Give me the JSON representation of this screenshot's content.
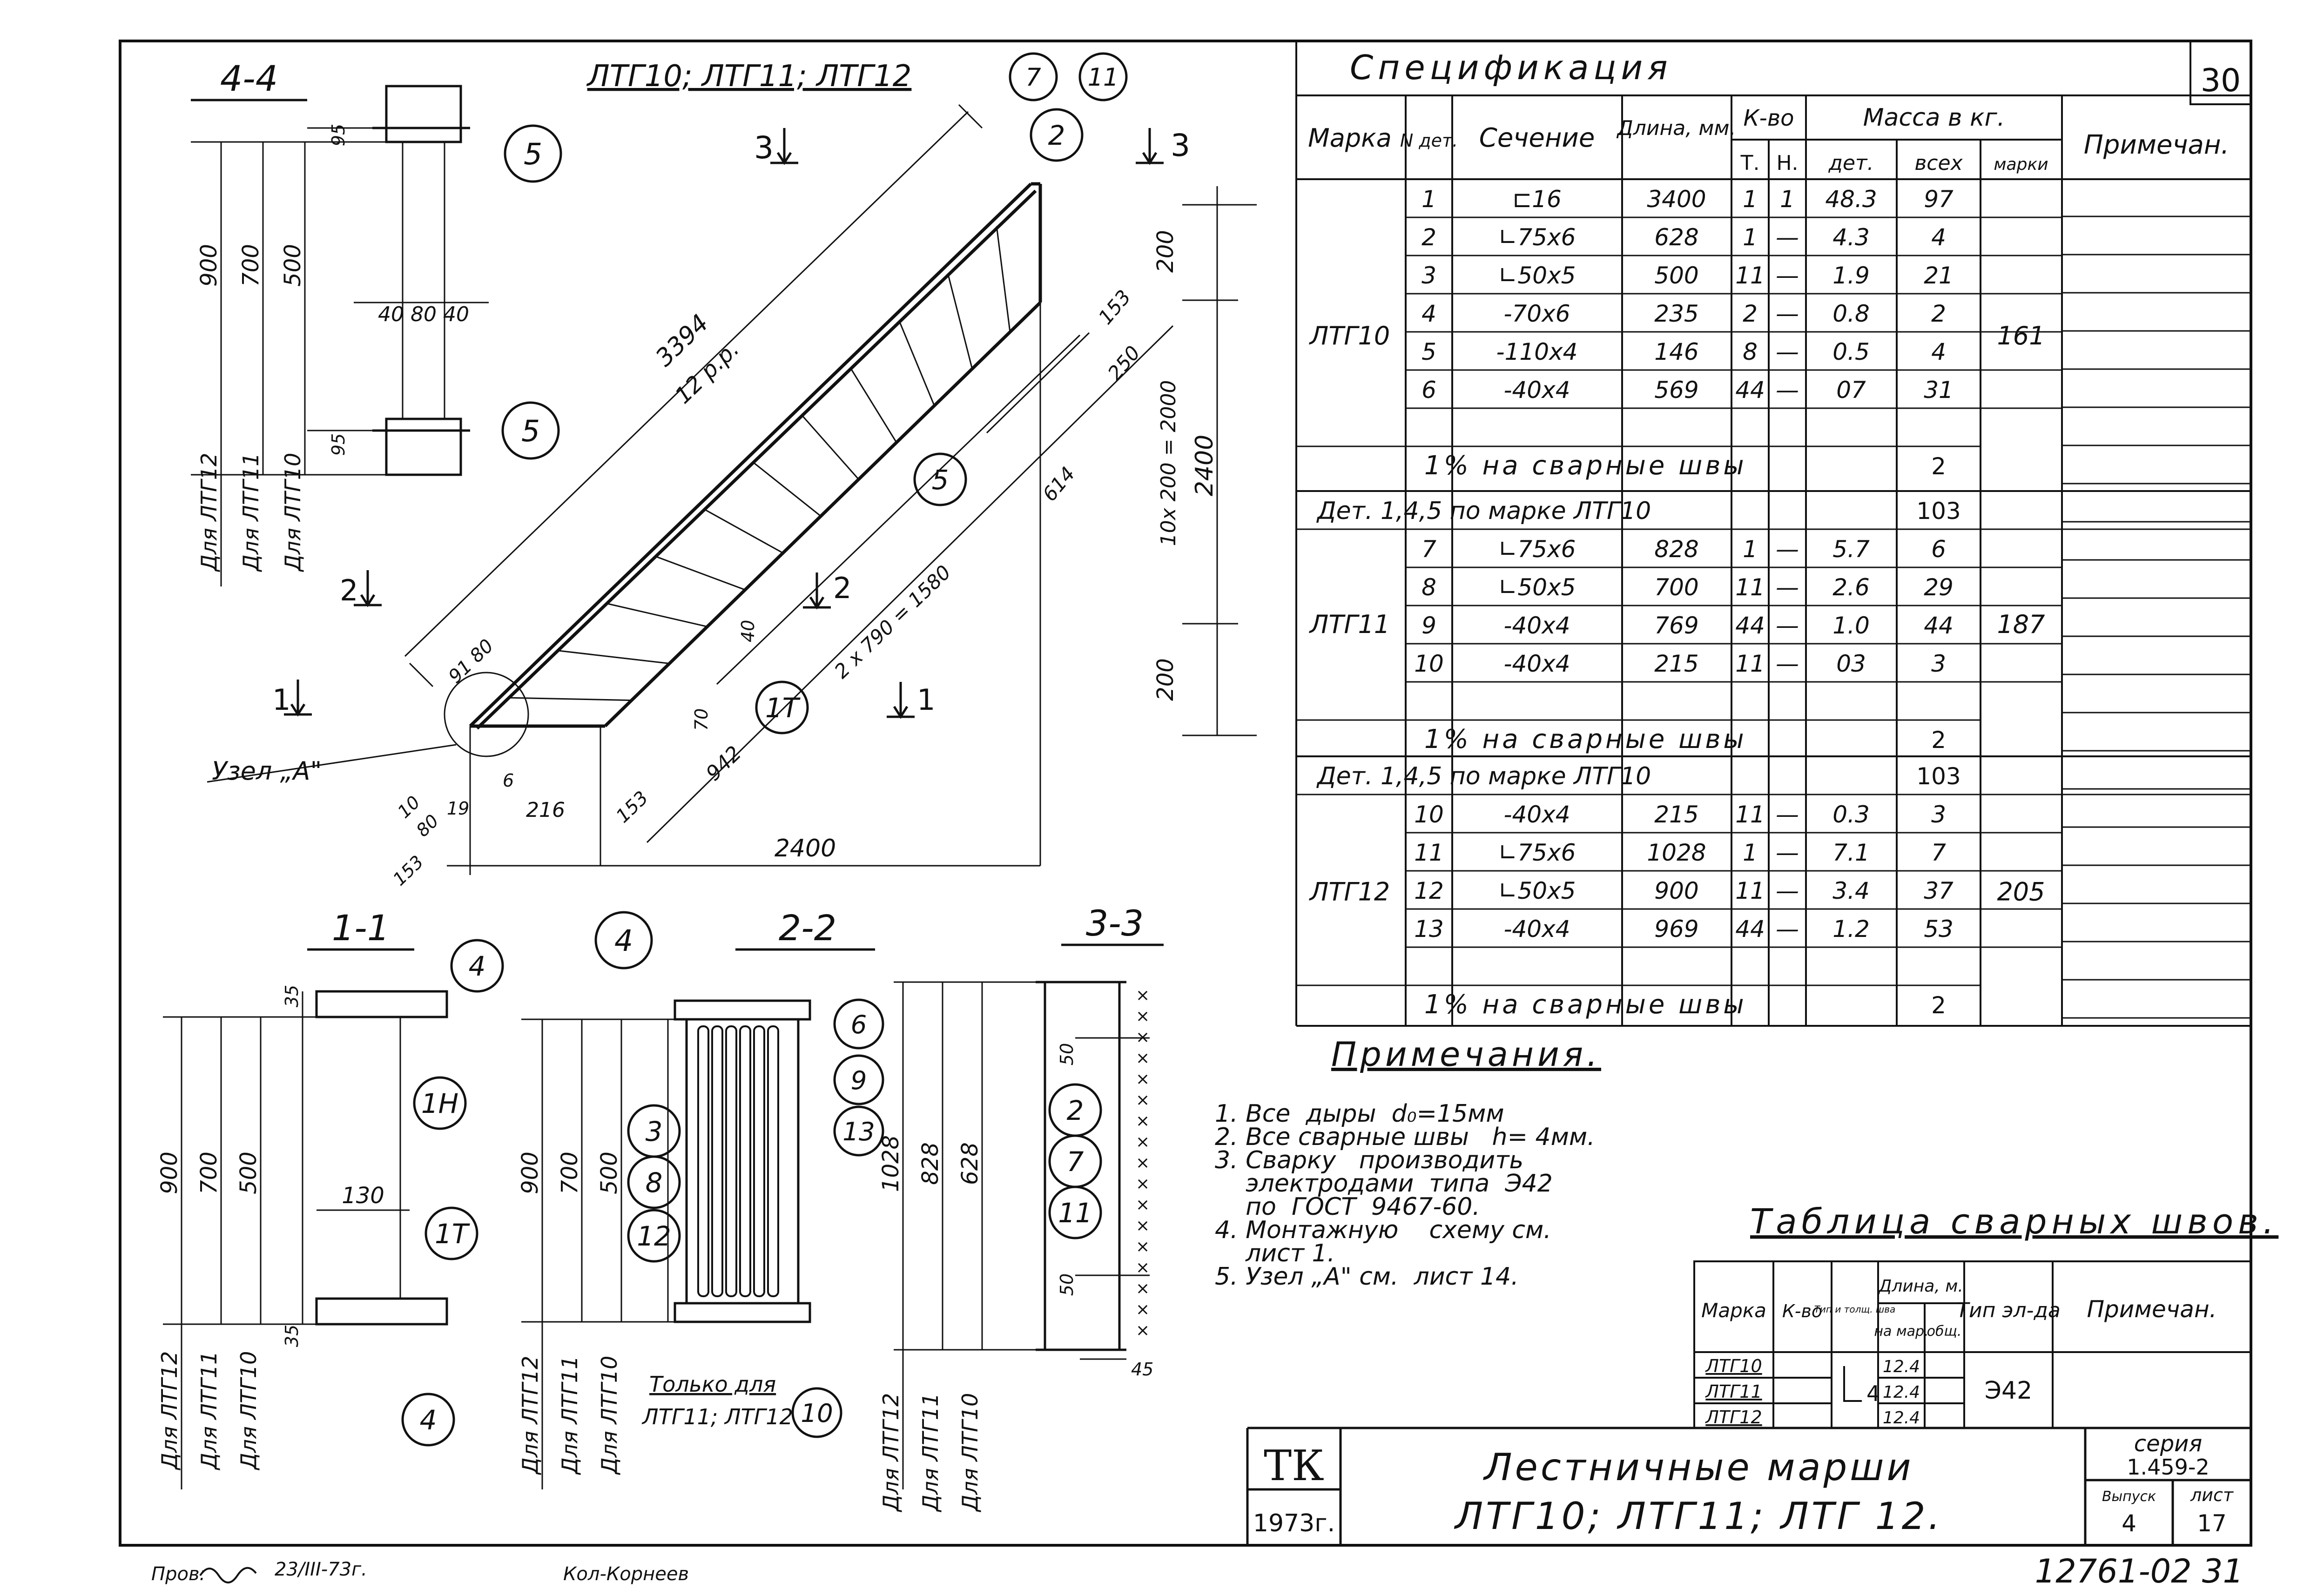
{
  "sheet": {
    "number": "30",
    "corner": "12761-02  31",
    "stamp": "ТК",
    "year": "1973г.",
    "title_line1": "Лестничные  марши",
    "title_line2": "ЛТГ10;  ЛТГ11;  ЛТГ 12.",
    "series_label": "серия",
    "series_value": "1.459-2",
    "issue_label": "Выпуск",
    "issue_value": "4",
    "sheet_label": "лист",
    "sheet_value": "17",
    "signature_left": "Пров:",
    "signature_date": "23/III-73г.",
    "signature_right": "Кол-Корнеев"
  },
  "drawing": {
    "main_title": "ЛТГ10; ЛТГ11; ЛТГ12",
    "node_label": "Узел „А\"",
    "sections": {
      "s44": "4-4",
      "s11": "1-1",
      "s22": "2-2",
      "s33": "3-3"
    },
    "cut_marks": {
      "c1a": "1",
      "c1b": "1",
      "c2a": "2",
      "c2b": "2",
      "c3a": "3",
      "c3b": "3"
    },
    "for_labels": {
      "ltg12": "Для ЛТГ12",
      "ltg11": "Для ЛТГ11",
      "ltg10": "Для ЛТГ10"
    },
    "only_for": "Только для",
    "only_for_2": "ЛТГ11; ЛТГ12",
    "callouts": {
      "c2": "2",
      "c4": "4",
      "c4b": "4",
      "c5": "5",
      "c5b": "5",
      "c5c": "5",
      "c7": "7",
      "c11": "11",
      "c1t": "1Т",
      "c1tb": "1Т",
      "c1h": "1Н",
      "c6": "6",
      "c9": "9",
      "c13": "13",
      "c3": "3",
      "c8": "8",
      "c12": "12",
      "c10": "10",
      "c2b": "2",
      "c7b": "7",
      "c11b": "11"
    },
    "dims": {
      "d3394": "3394",
      "d12pp": "12 р.р.",
      "d2400": "2400",
      "d2400v": "2400",
      "d200a": "200",
      "d200b": "200",
      "d10x200": "10x 200 = 2000",
      "d153": "153",
      "d250": "250",
      "d614": "614",
      "d2x790": "2 x 790 = 1580",
      "d942": "942",
      "d9180": "91 80",
      "d70": "70",
      "d40": "40",
      "d216": "216",
      "d153b": "153",
      "d19": "19",
      "d6": "6",
      "d80": "80",
      "d10": "10",
      "d153c": "153",
      "d900a": "900",
      "d700a": "700",
      "d500a": "500",
      "d95a": "95",
      "d95b": "95",
      "d408040": "40 80 40",
      "d900b": "900",
      "d700b": "700",
      "d500b": "500",
      "d35a": "35",
      "d35b": "35",
      "d130": "130",
      "d900c": "900",
      "d700c": "700",
      "d500c": "500",
      "d1028": "1028",
      "d828": "828",
      "d628": "628",
      "d50a": "50",
      "d50b": "50",
      "d45": "45"
    }
  },
  "spec": {
    "title": "Спецификация",
    "headers": {
      "marka": "Марка",
      "det": "N дет.",
      "sech": "Сечение",
      "dlina": "Длина, мм.",
      "kvo": "К-во",
      "t": "Т.",
      "n": "Н.",
      "massa": "Масса в кг.",
      "m_det": "дет.",
      "m_all": "всех",
      "m_mark": "марки",
      "prim": "Примечан."
    },
    "groups": [
      {
        "mark": "ЛТГ10",
        "total": "161",
        "rows": [
          [
            "1",
            "⊏16",
            "3400",
            "1",
            "1",
            "48.3",
            "97"
          ],
          [
            "2",
            "∟75x6",
            "628",
            "1",
            "—",
            "4.3",
            "4"
          ],
          [
            "3",
            "∟50x5",
            "500",
            "11",
            "—",
            "1.9",
            "21"
          ],
          [
            "4",
            "-70x6",
            "235",
            "2",
            "—",
            "0.8",
            "2"
          ],
          [
            "5",
            "-110x4",
            "146",
            "8",
            "—",
            "0.5",
            "4"
          ],
          [
            "6",
            "-40x4",
            "569",
            "44",
            "—",
            "07",
            "31"
          ]
        ],
        "weld": "1%  на сварные  швы",
        "weld_val": "2",
        "ref": "",
        "ref_val": ""
      },
      {
        "mark": "ЛТГ11",
        "total": "187",
        "ref": "Дет. 1,4,5  по марке ЛТГ10",
        "ref_val": "103",
        "rows": [
          [
            "7",
            "∟75x6",
            "828",
            "1",
            "—",
            "5.7",
            "6"
          ],
          [
            "8",
            "∟50x5",
            "700",
            "11",
            "—",
            "2.6",
            "29"
          ],
          [
            "9",
            "-40x4",
            "769",
            "44",
            "—",
            "1.0",
            "44"
          ],
          [
            "10",
            "-40x4",
            "215",
            "11",
            "—",
            "03",
            "3"
          ]
        ],
        "weld": "1%   на  сварные   швы",
        "weld_val": "2"
      },
      {
        "mark": "ЛТГ12",
        "total": "205",
        "ref": "Дет. 1,4,5 по  марке  ЛТГ10",
        "ref_val": "103",
        "rows": [
          [
            "10",
            "-40x4",
            "215",
            "11",
            "—",
            "0.3",
            "3"
          ],
          [
            "11",
            "∟75x6",
            "1028",
            "1",
            "—",
            "7.1",
            "7"
          ],
          [
            "12",
            "∟50x5",
            "900",
            "11",
            "—",
            "3.4",
            "37"
          ],
          [
            "13",
            "-40x4",
            "969",
            "44",
            "—",
            "1.2",
            "53"
          ]
        ],
        "weld": "1%    на  сварные   швы",
        "weld_val": "2"
      }
    ]
  },
  "notes": {
    "title": "Примечания.",
    "items": [
      "1. Все  дыры  d₀=15мм",
      "2. Все сварные швы   h= 4мм.",
      "3. Сварку   производить",
      "    электродами  типа  Э42",
      "    по  ГОСТ  9467-60.",
      "4. Монтажную    схему см.",
      "    лист 1.",
      "5. Узел „А\" см.  лист 14."
    ]
  },
  "weld_table": {
    "title": "Таблица  сварных  швов.",
    "headers": {
      "marka": "Марка",
      "kvo": "К-во",
      "tip": "Тип и толщ. шва",
      "dlina": "Длина, м.",
      "na_mar": "на мар.",
      "obsh": "общ.",
      "tip_el": "Тип эл-да",
      "prim": "Примечан."
    },
    "rows": [
      {
        "mark": "ЛТГ10",
        "len": "12.4"
      },
      {
        "mark": "ЛТГ11",
        "len": "12.4"
      },
      {
        "mark": "ЛТГ12",
        "len": "12.4"
      }
    ],
    "weld_type": "4",
    "electrode": "Э42"
  }
}
